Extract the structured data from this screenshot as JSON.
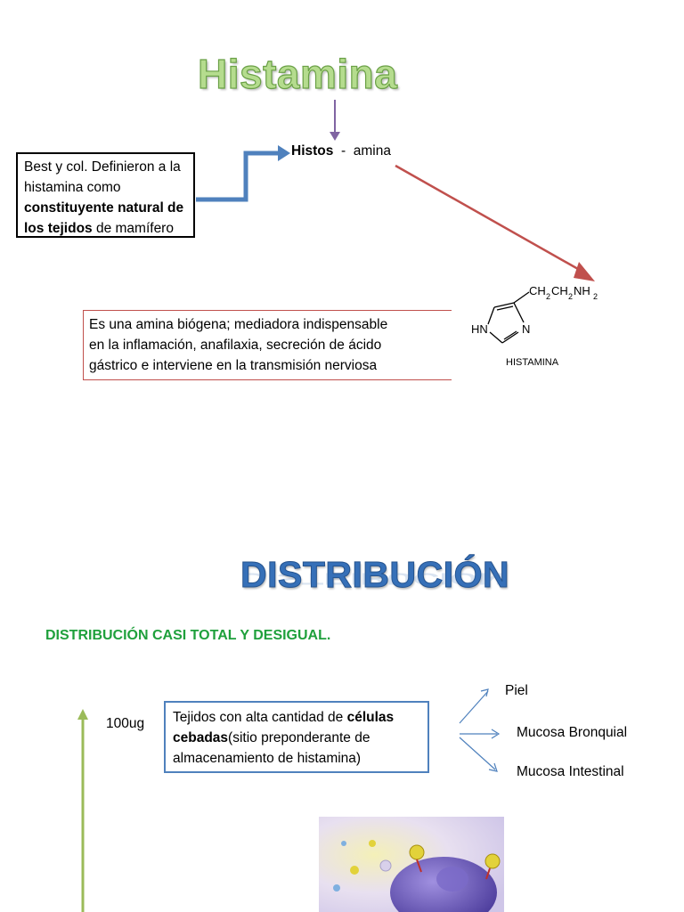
{
  "slide1": {
    "title": "Histamina",
    "definition_box": {
      "line1": "Best y col. Definieron a la",
      "line2": "histamina como",
      "bold1": "constituyente natural de",
      "bold2": "los tejidos",
      "tail": " de mamífero"
    },
    "etymology": {
      "histos": "Histos",
      "separator": "  -  ",
      "amina": "amina"
    },
    "description_box": {
      "line1": "Es una amina biógena; mediadora indispensable",
      "line2": "en la inflamación, anafilaxia, secreción de ácido",
      "line3": "gástrico  e interviene en la transmisión nerviosa"
    },
    "molecule": {
      "side_chain": "CH",
      "sub2": "2",
      "ch2b": "CH",
      "nh": "NH",
      "hn": "HN",
      "n": "N",
      "caption": "HISTAMINA"
    }
  },
  "slide2": {
    "title": "DISTRIBUCIÓN",
    "subtitle": "DISTRIBUCIÓN CASI TOTAL Y DESIGUAL.",
    "scale_label": "100ug",
    "tissue_box": {
      "pre": "Tejidos con alta cantidad de ",
      "bold1": "células",
      "bold2": "cebadas",
      "post": "(sitio preponderante de",
      "line3": "almacenamiento de histamina)"
    },
    "targets": [
      "Piel",
      "Mucosa Bronquial",
      "Mucosa Intestinal"
    ]
  },
  "colors": {
    "title_green": "#b5dc8e",
    "title_blue": "#3670b8",
    "subtitle_green": "#1fa03c",
    "arrow_blue": "#4f81bd",
    "arrow_red": "#c0504d",
    "arrow_purple": "#8064a2",
    "axis_green": "#9bbb59"
  }
}
